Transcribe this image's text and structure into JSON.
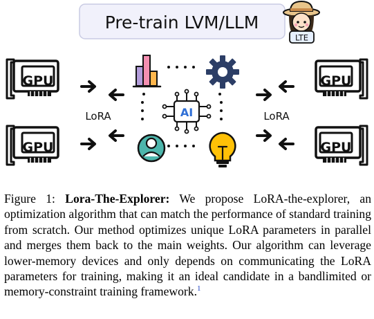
{
  "figure": {
    "header_label": "Pre-train LVM/LLM",
    "badge_label": "LTE",
    "gpu_label": "GPU",
    "lora_label": "LoRA",
    "ai_label": "AI",
    "colors": {
      "header_fill": "#f1f1fb",
      "header_stroke": "#c9cbe3",
      "bar_pink": "#f48fb1",
      "bar_orange": "#ffb74d",
      "bar_purple": "#b39ddb",
      "gear_blue": "#2c3e66",
      "person_teal": "#4db6ac",
      "bulb_yellow": "#ffc107",
      "ai_blue": "#2f6fd6",
      "badge_fill": "#e6f0ff",
      "hat_tan": "#e8c48a"
    },
    "icons": [
      "gpu-icon",
      "arrow-icon",
      "bar-chart-icon",
      "gear-icon",
      "ai-chip-icon",
      "user-icon",
      "lightbulb-icon",
      "explorer-avatar-icon"
    ]
  },
  "caption": {
    "prefix": "Figure 1: ",
    "title": "Lora-The-Explorer:",
    "body": " We propose LoRA-the-explorer, an optimization algorithm that can match the performance of standard training from scratch. Our method optimizes unique LoRA parameters in parallel and merges them back to the main weights. Our algorithm can leverage lower-memory devices and only depends on communicating the LoRA parameters for training, making it an ideal candidate in a bandlimited or memory-constraint training framework.",
    "footnote": "1"
  }
}
